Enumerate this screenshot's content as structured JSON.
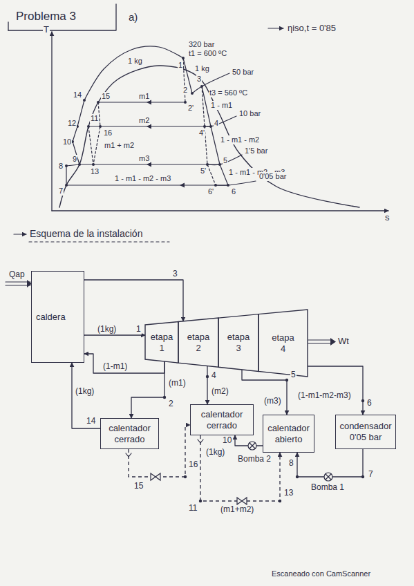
{
  "diagram": {
    "title": "Problema 3",
    "nodes": [
      {
        "text": [
          "caldera"
        ]
      },
      {
        "text": [
          "etapa 1"
        ]
      },
      {
        "text": [
          "etapa 2"
        ]
      },
      {
        "text": [
          "etapa 3"
        ]
      },
      {
        "text": [
          "etapa 4"
        ]
      },
      {
        "text": [
          "calentador cerrado"
        ]
      },
      {
        "text": [
          "calentador cerrado"
        ]
      },
      {
        "text": [
          "calentador abierto"
        ]
      },
      {
        "text": [
          "condensador",
          "0'05 bar"
        ]
      }
    ],
    "edges": [
      {
        "from": 0,
        "to": 1,
        "arrow": "to",
        "label": "(1kg)"
      },
      {
        "from": 0,
        "to": 2,
        "arrow": "to",
        "label": "3"
      },
      {
        "from": 1,
        "to": 0,
        "arrow": "to",
        "label": "(1-m1)"
      },
      {
        "from": 1,
        "to": 5,
        "arrow": "to",
        "label": "(m1)"
      },
      {
        "from": 2,
        "to": 6,
        "arrow": "to",
        "label": "(m2)"
      },
      {
        "from": 3,
        "to": 7,
        "arrow": "to",
        "label": "(m3)"
      },
      {
        "from": 4,
        "to": 8,
        "arrow": "to",
        "label": "(1-m1-m2-m3)"
      },
      {
        "from": 8,
        "to": 7,
        "arrow": "to"
      },
      {
        "from": 7,
        "to": 6,
        "arrow": "to",
        "label": "(1kg)"
      },
      {
        "from": 5,
        "to": 0,
        "arrow": "to",
        "label": "(1kg)"
      },
      {
        "from": 5,
        "to": 6,
        "arrow": "to"
      },
      {
        "from": 6,
        "to": 7,
        "arrow": "to",
        "label": "(m1+m2)"
      }
    ],
    "labels": [
      "a)",
      "ηiso,t = 0'85",
      "T",
      "s",
      "320 bar",
      "t1 = 600 ºC",
      "1 kg",
      "1 kg",
      "50 bar",
      "t3 = 560 ºC",
      "m1",
      "1 - m1",
      "10 bar",
      "m2",
      "1 - m1 - m2",
      "1'5 bar",
      "m1 + m2",
      "m3",
      "1 - m1 - m2 - m3",
      "0'05 bar",
      "1 - m1 - m2 - m3",
      "1",
      "2",
      "3",
      "2'",
      "4",
      "4'",
      "5",
      "5'",
      "6'",
      "6",
      "7",
      "8",
      "9",
      "10",
      "11",
      "12",
      "13",
      "14",
      "15",
      "16",
      "Esquema de la instalación",
      "Qap",
      "1",
      "2",
      "4",
      "5",
      "6",
      "7",
      "8",
      "10",
      "11",
      "13",
      "14",
      "15",
      "16",
      "Bomba 2",
      "Bomba 1",
      "Wt",
      "Escaneado con CamScanner"
    ]
  }
}
